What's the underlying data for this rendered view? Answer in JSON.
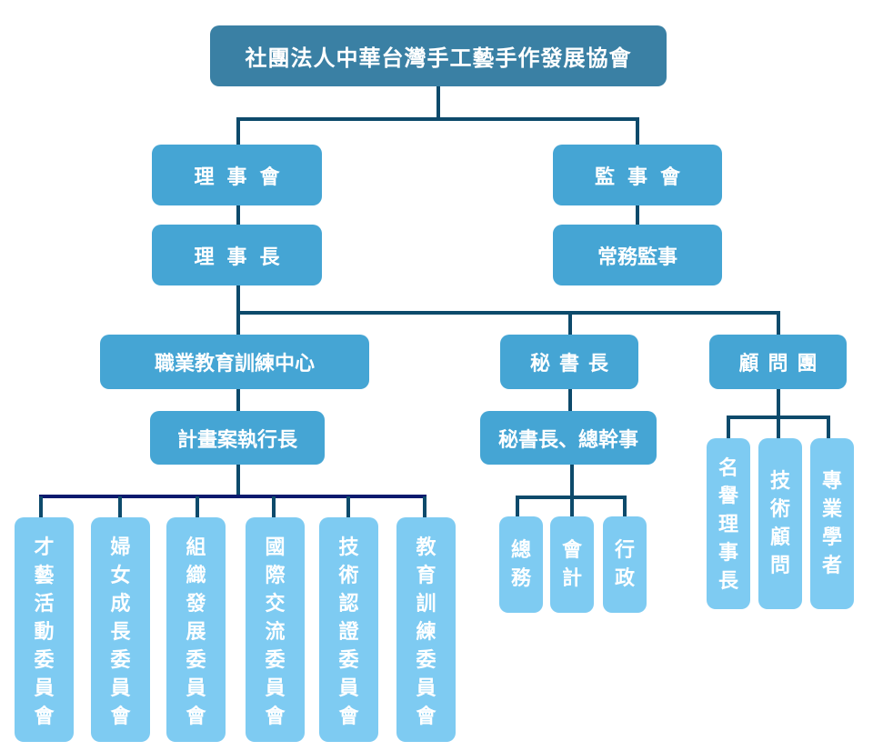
{
  "root": {
    "label": "社團法人中華台灣手工藝手作發展協會"
  },
  "level1": [
    {
      "id": "board",
      "label": "理事會"
    },
    {
      "id": "supervisors",
      "label": "監事會"
    }
  ],
  "level2": [
    {
      "id": "chairman",
      "label": "理事長"
    },
    {
      "id": "standing-supervisor",
      "label": "常務監事"
    }
  ],
  "level3": [
    {
      "id": "training-center",
      "label": "職業教育訓練中心"
    },
    {
      "id": "secretary-general",
      "label": "秘書長"
    },
    {
      "id": "advisory-group",
      "label": "顧問團"
    }
  ],
  "level4": [
    {
      "id": "project-executive",
      "label": "計畫案執行長"
    },
    {
      "id": "secretary-director",
      "label": "秘書長、總幹事"
    }
  ],
  "committees": [
    {
      "label": "才藝活動委員會",
      "chars": [
        "才",
        "藝",
        "活",
        "動",
        "委",
        "員",
        "會"
      ]
    },
    {
      "label": "婦女成長委員會",
      "chars": [
        "婦",
        "女",
        "成",
        "長",
        "委",
        "員",
        "會"
      ]
    },
    {
      "label": "組織發展委員會",
      "chars": [
        "組",
        "織",
        "發",
        "展",
        "委",
        "員",
        "會"
      ]
    },
    {
      "label": "國際交流委員會",
      "chars": [
        "國",
        "際",
        "交",
        "流",
        "委",
        "員",
        "會"
      ]
    },
    {
      "label": "技術認證委員會",
      "chars": [
        "技",
        "術",
        "認",
        "證",
        "委",
        "員",
        "會"
      ]
    },
    {
      "label": "教育訓練委員會",
      "chars": [
        "教",
        "育",
        "訓",
        "練",
        "委",
        "員",
        "會"
      ]
    }
  ],
  "secretariat": [
    {
      "label": "總務",
      "chars": [
        "總",
        "務"
      ]
    },
    {
      "label": "會計",
      "chars": [
        "會",
        "計"
      ]
    },
    {
      "label": "行政",
      "chars": [
        "行",
        "政"
      ]
    }
  ],
  "advisors": [
    {
      "label": "名譽理事長",
      "chars": [
        "名",
        "譽",
        "理",
        "事",
        "長"
      ]
    },
    {
      "label": "技術顧問",
      "chars": [
        "技",
        "術",
        "顧",
        "問"
      ]
    },
    {
      "label": "專業學者",
      "chars": [
        "專",
        "業",
        "學",
        "者"
      ]
    }
  ],
  "colors": {
    "root": "#3a80a4",
    "mid": "#45a5d4",
    "leaf": "#7ecbf2",
    "connector": "#0d4a6b",
    "connector_navy": "#0a1a6e"
  }
}
